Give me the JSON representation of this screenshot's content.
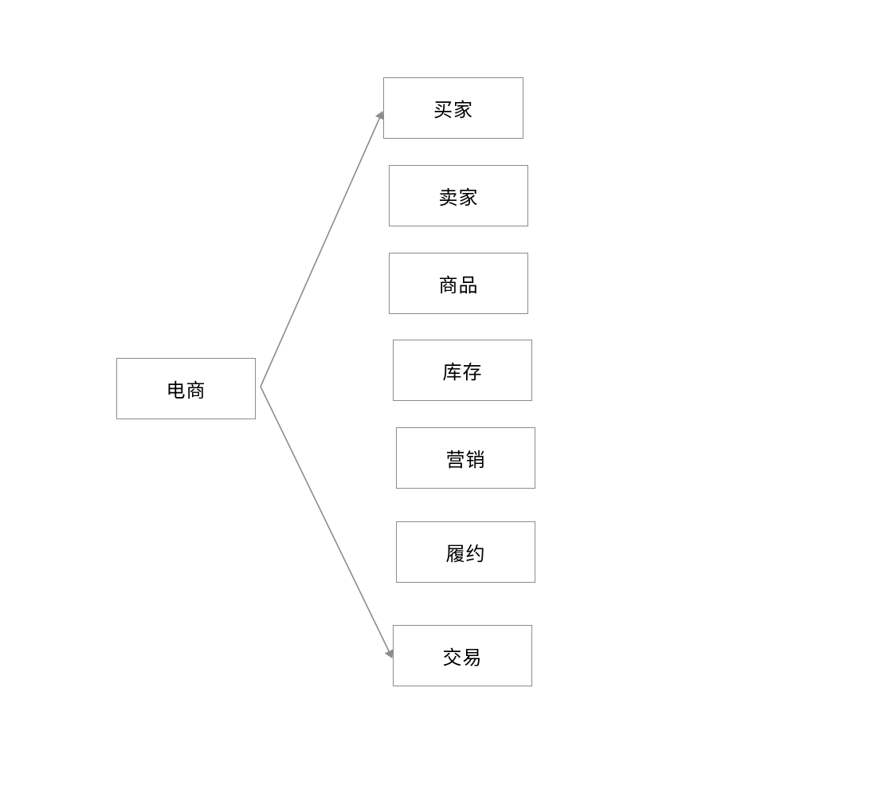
{
  "diagram": {
    "root": {
      "label": "电商"
    },
    "children": [
      {
        "label": "买家"
      },
      {
        "label": "卖家"
      },
      {
        "label": "商品"
      },
      {
        "label": "库存"
      },
      {
        "label": "营销"
      },
      {
        "label": "履约"
      },
      {
        "label": "交易"
      }
    ],
    "edge_color": "#8c8c8c",
    "border_color": "#8c8c8c"
  }
}
